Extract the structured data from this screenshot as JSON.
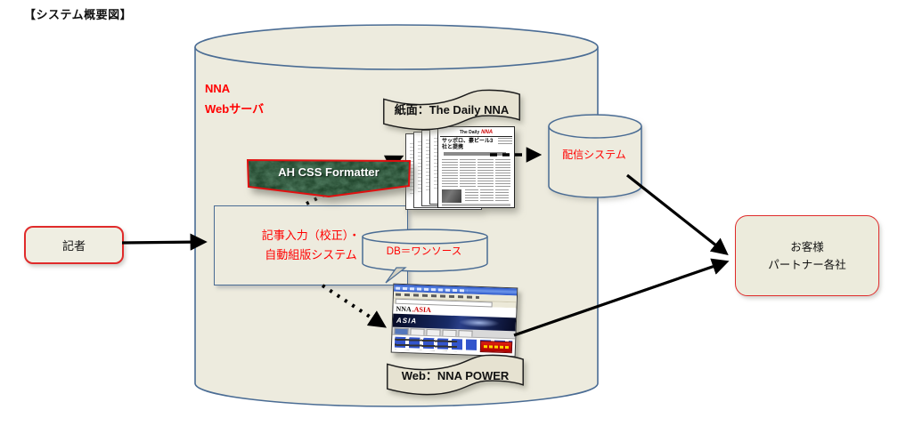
{
  "title": "【システム概要図】",
  "colors": {
    "cylinder_fill": "#EDEBDE",
    "cylinder_stroke": "#4A6C94",
    "banner_fill": "#E6E2D1",
    "red_text": "#FF0000",
    "red_border": "#E02B2B",
    "formatter_green": "#1C4A30"
  },
  "nodes": {
    "web_server": {
      "line1": "NNA",
      "line2": "Webサーバ"
    },
    "paper_banner": {
      "label": "紙面：The Daily NNA"
    },
    "formatter": {
      "label": "AH CSS Formatter"
    },
    "input_system": {
      "line1": "記事入力（校正）・",
      "line2": "自動組版システム"
    },
    "db": {
      "label": "DB＝ワンソース"
    },
    "delivery": {
      "label": "配信システム"
    },
    "reporter": {
      "label": "記者"
    },
    "customers": {
      "line1": "お客様",
      "line2": "パートナー各社"
    },
    "web_banner": {
      "label": "Web：NNA POWER"
    },
    "newspaper": {
      "masthead_prefix": "The Daily",
      "masthead_brand": "NNA",
      "headline": "サッポロ、豪ビール3社と提携"
    },
    "browser": {
      "logo_black": "NNA",
      "logo_red": ".ASIA",
      "hero": "ASIA"
    }
  }
}
